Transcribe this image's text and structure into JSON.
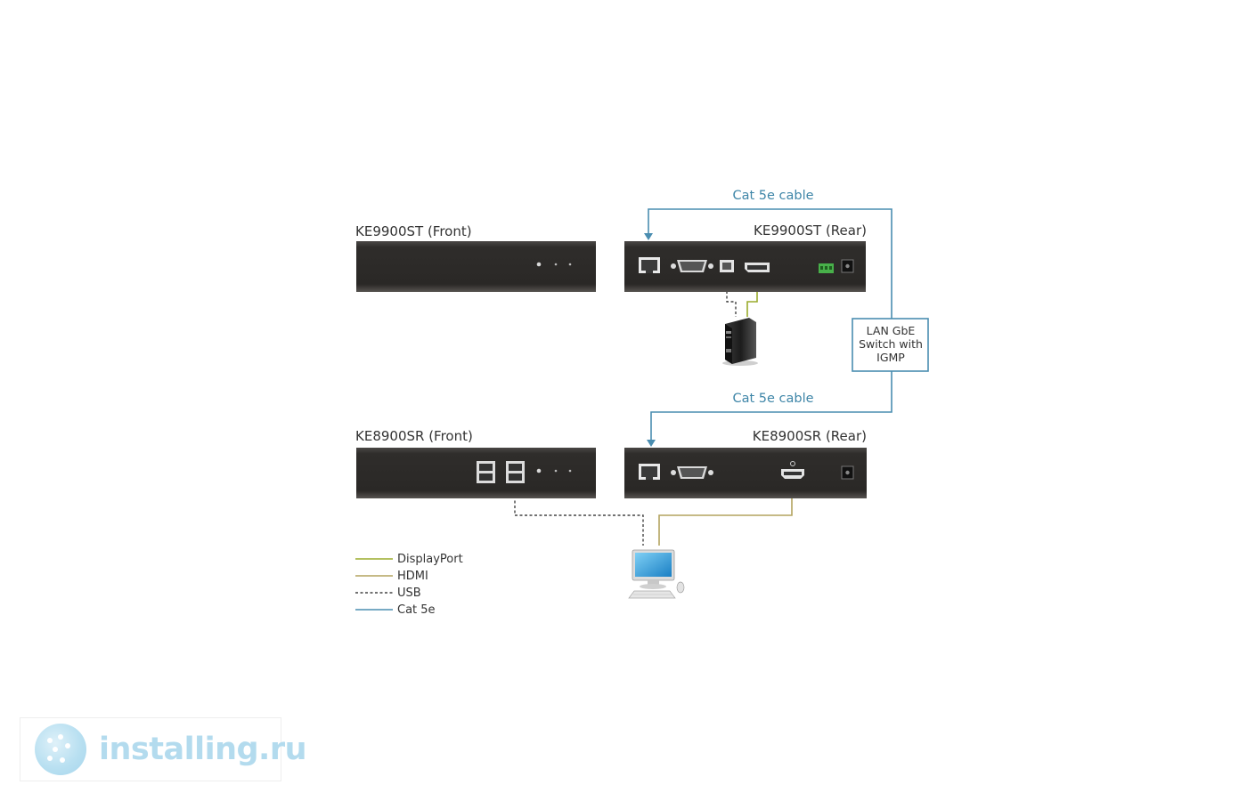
{
  "devices": {
    "tx_front": "KE9900ST (Front)",
    "tx_rear": "KE9900ST (Rear)",
    "rx_front": "KE8900SR (Front)",
    "rx_rear": "KE8900SR (Rear)"
  },
  "cables": {
    "top_label": "Cat 5e cable",
    "bottom_label": "Cat 5e cable"
  },
  "switch": {
    "line1": "LAN GbE",
    "line2": "Switch with",
    "line3": "IGMP"
  },
  "legend": {
    "items": [
      {
        "label": "DisplayPort",
        "color": "#9aab2c",
        "style": "solid"
      },
      {
        "label": "HDMI",
        "color": "#b3a35f",
        "style": "solid"
      },
      {
        "label": "USB",
        "color": "#444444",
        "style": "dashed"
      },
      {
        "label": "Cat 5e",
        "color": "#4a8db0",
        "style": "solid"
      }
    ]
  },
  "colors": {
    "cat5e": "#4a8db0",
    "displayport": "#9aab2c",
    "hdmi": "#b3a35f",
    "usb": "#444444",
    "device_body": "#2e2c2a"
  },
  "watermark": {
    "text": "installing.ru"
  }
}
